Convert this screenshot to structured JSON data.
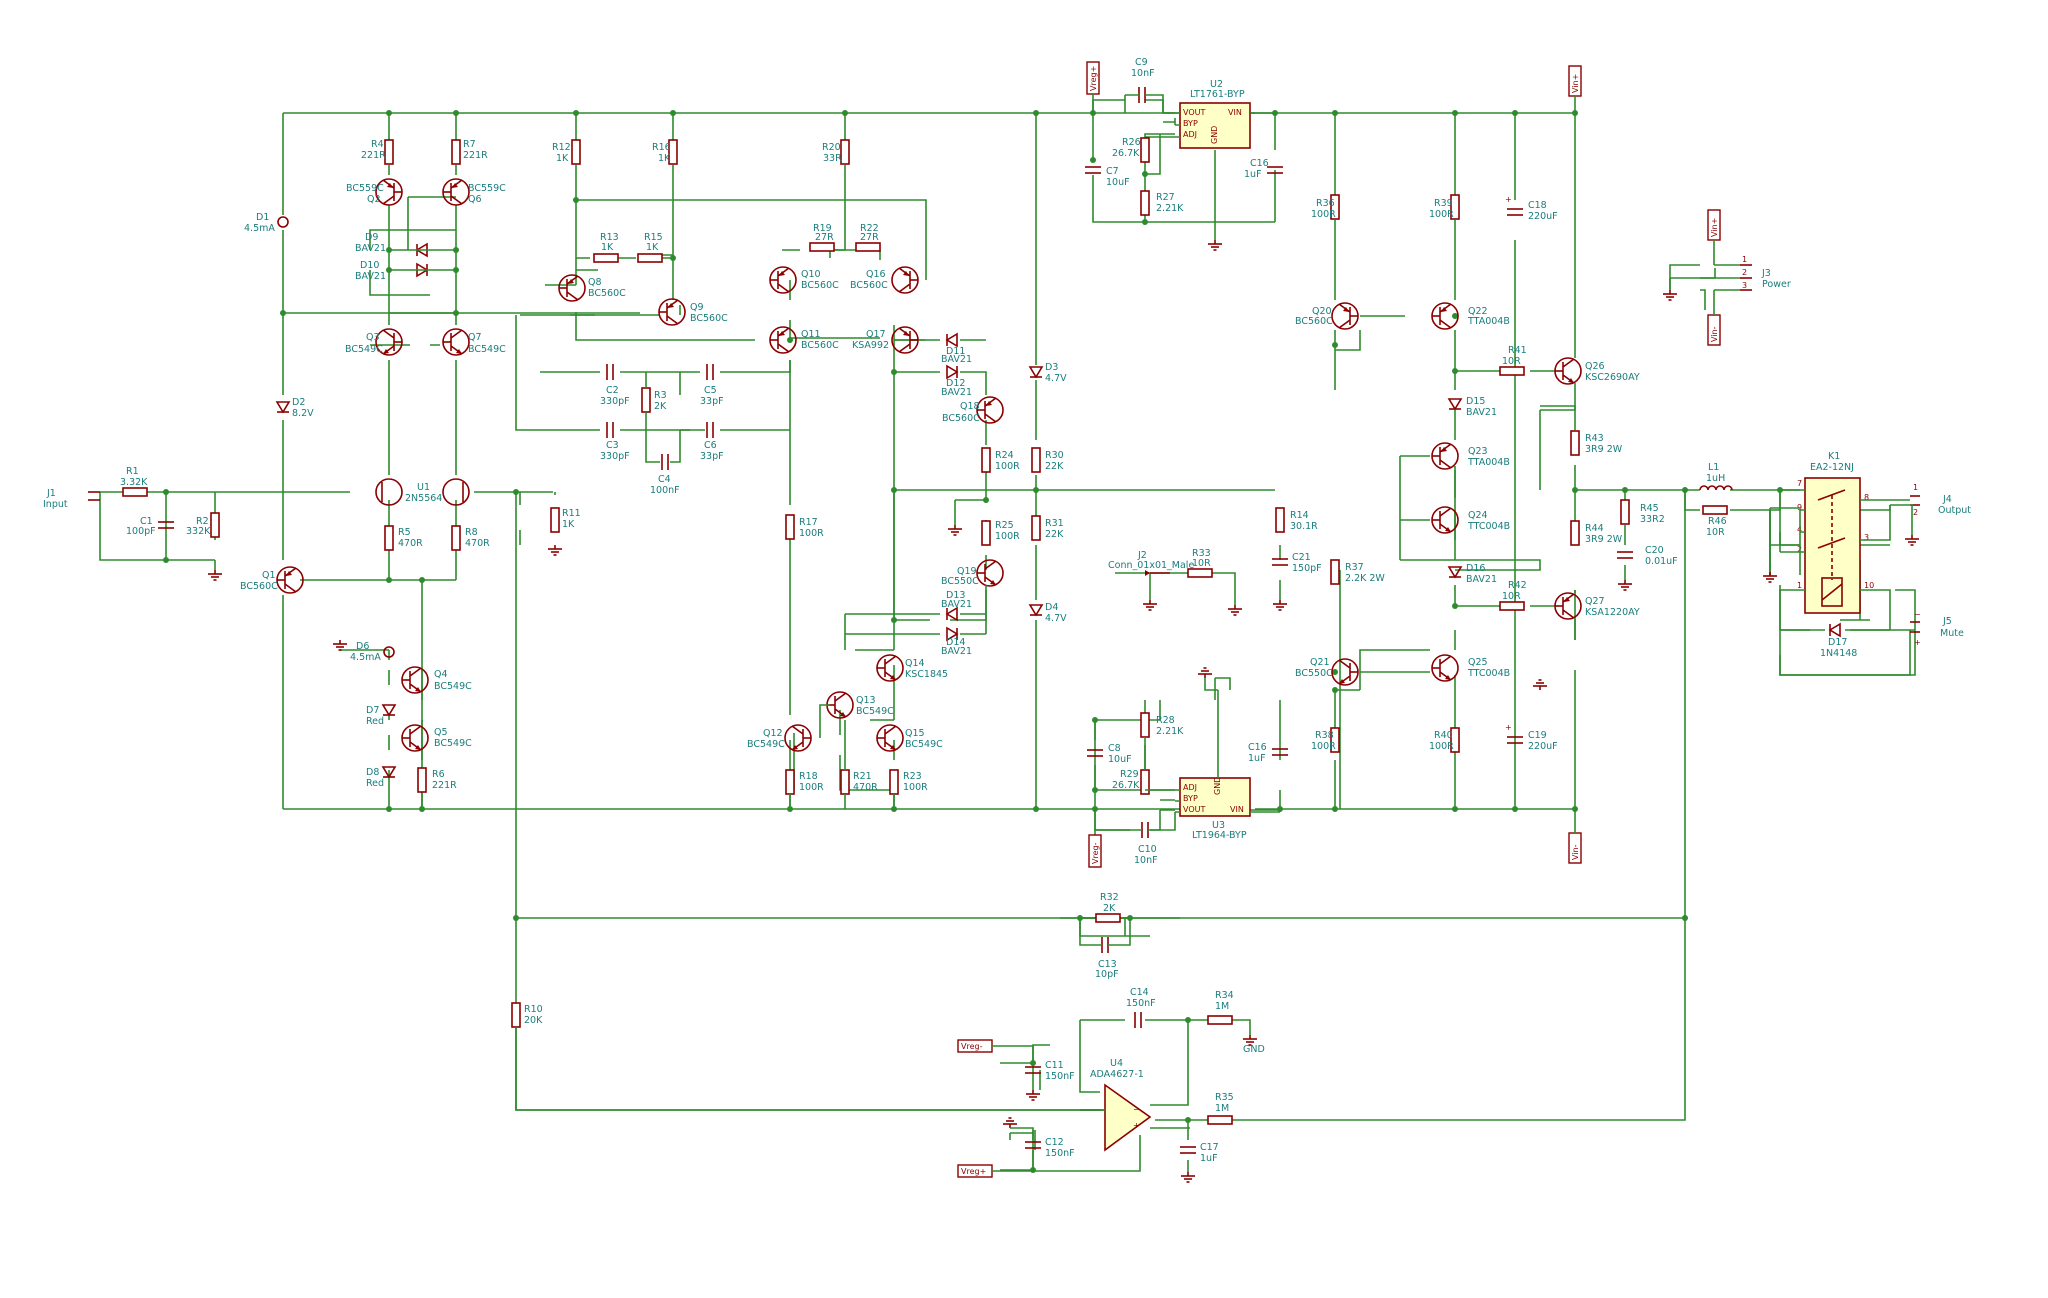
{
  "inputs": {
    "j1_ref": "J1",
    "j1_name": "Input",
    "r1": "R1",
    "r1_val": "3.32K",
    "c1": "C1",
    "c1_val": "100pF",
    "r2": "R2",
    "r2_val": "332K"
  },
  "diff": {
    "r4": "R4",
    "r4_val": "221R",
    "r7": "R7",
    "r7_val": "221R",
    "q2": "Q2",
    "q2_type": "BC559C",
    "q6": "Q6",
    "q6_type": "BC559C",
    "d9": "D9",
    "d9_type": "BAV21",
    "d10": "D10",
    "d10_type": "BAV21",
    "q3": "Q3",
    "q3_type": "BC549C",
    "q7": "Q7",
    "q7_type": "BC549C",
    "u1": "U1",
    "u1_type": "2N5564",
    "r5": "R5",
    "r5_val": "470R",
    "r8": "R8",
    "r8_val": "470R",
    "q1": "Q1",
    "q1_type": "BC560C",
    "d1": "D1",
    "d1_val": "4.5mA",
    "d2": "D2",
    "d2_val": "8.2V",
    "r11": "R11",
    "r11_val": "1K"
  },
  "bias": {
    "d6": "D6",
    "d6_val": "4.5mA",
    "q4": "Q4",
    "q4_type": "BC549C",
    "q5": "Q5",
    "q5_type": "BC549C",
    "d7": "D7",
    "d7_val": "Red",
    "d8": "D8",
    "d8_val": "Red",
    "r6": "R6",
    "r6_val": "221R"
  },
  "vas": {
    "r12": "R12",
    "r12_val": "1K",
    "r16": "R16",
    "r16_val": "1K",
    "r20": "R20",
    "r20_val": "33R",
    "r13": "R13",
    "r13_val": "1K",
    "r15": "R15",
    "r15_val": "1K",
    "q8": "Q8",
    "q8_type": "BC560C",
    "q9": "Q9",
    "q9_type": "BC560C",
    "r19": "R19",
    "r19_val": "27R",
    "r22": "R22",
    "r22_val": "27R",
    "q10": "Q10",
    "q10_type": "BC560C",
    "q16": "Q16",
    "q16_type": "BC560C",
    "q11": "Q11",
    "q11_type": "BC560C",
    "q17": "Q17",
    "q17_type": "KSA992",
    "c2": "C2",
    "c2_val": "330pF",
    "r3": "R3",
    "r3_val": "2K",
    "c5": "C5",
    "c5_val": "33pF",
    "c3": "C3",
    "c3_val": "330pF",
    "c6": "C6",
    "c6_val": "33pF",
    "c4": "C4",
    "c4_val": "100nF",
    "d11": "D11",
    "d11_type": "BAV21",
    "d12": "D12",
    "d12_type": "BAV21",
    "q18": "Q18",
    "q18_type": "BC560C",
    "d3": "D3",
    "d3_val": "4.7V",
    "r24": "R24",
    "r24_val": "100R",
    "r30": "R30",
    "r30_val": "22K",
    "r25": "R25",
    "r25_val": "100R",
    "r31": "R31",
    "r31_val": "22K",
    "q19": "Q19",
    "q19_type": "BC550C",
    "d13": "D13",
    "d13_type": "BAV21",
    "d14": "D14",
    "d14_type": "BAV21",
    "d4": "D4",
    "d4_val": "4.7V",
    "r17": "R17",
    "r17_val": "100R",
    "q14": "Q14",
    "q14_type": "KSC1845",
    "q13": "Q13",
    "q13_type": "BC549C",
    "q12": "Q12",
    "q12_type": "BC549C",
    "q15": "Q15",
    "q15_type": "BC549C",
    "r18": "R18",
    "r18_val": "100R",
    "r21": "R21",
    "r21_val": "470R",
    "r23": "R23",
    "r23_val": "100R"
  },
  "reg": {
    "vreg_plus": "Vreg+",
    "vreg_minus": "Vreg-",
    "c9": "C9",
    "c9_val": "10nF",
    "u2": "U2",
    "u2_type": "LT1761-BYP",
    "r26": "R26",
    "r26_val": "26.7K",
    "c7": "C7",
    "c7_val": "10uF",
    "r27": "R27",
    "r27_val": "2.21K",
    "c16a": "C16",
    "c16a_val": "1uF",
    "pin_vout": "VOUT",
    "pin_byp": "BYP",
    "pin_adj": "ADJ",
    "pin_gnd": "GND",
    "pin_vin": "VIN",
    "c8": "C8",
    "c8_val": "10uF",
    "r28": "R28",
    "r28_val": "2.21K",
    "r29": "R29",
    "r29_val": "26.7K",
    "c16b": "C16",
    "c16b_val": "1uF",
    "u3": "U3",
    "u3_type": "LT1964-BYP",
    "c10": "C10",
    "c10_val": "10nF"
  },
  "output": {
    "vin_plus": "Vin+",
    "vin_minus": "Vin-",
    "r36": "R36",
    "r36_val": "100R",
    "r39": "R39",
    "r39_val": "100R",
    "c18": "C18",
    "c18_val": "220uF",
    "q20": "Q20",
    "q20_type": "BC560C",
    "q22": "Q22",
    "q22_type": "TTA004B",
    "r41": "R41",
    "r41_val": "10R",
    "q26": "Q26",
    "q26_type": "KSC2690AY",
    "d15": "D15",
    "d15_type": "BAV21",
    "q23": "Q23",
    "q23_type": "TTA004B",
    "r43": "R43",
    "r43_val": "3R9 2W",
    "q24": "Q24",
    "q24_type": "TTC004B",
    "r44": "R44",
    "r44_val": "3R9 2W",
    "d16": "D16",
    "d16_type": "BAV21",
    "r42": "R42",
    "r42_val": "10R",
    "q27": "Q27",
    "q27_type": "KSA1220AY",
    "r14": "R14",
    "r14_val": "30.1R",
    "c21": "C21",
    "c21_val": "150pF",
    "r37": "R37",
    "r37_val": "2.2K 2W",
    "q21": "Q21",
    "q21_type": "BC550C",
    "q25": "Q25",
    "q25_type": "TTC004B",
    "r38": "R38",
    "r38_val": "100R",
    "r40": "R40",
    "r40_val": "100R",
    "c19": "C19",
    "c19_val": "220uF",
    "j2": "J2",
    "j2_name": "Conn_01x01_Male",
    "r33": "R33",
    "r33_val": "10R"
  },
  "filter": {
    "l1": "L1",
    "l1_val": "1uH",
    "r46": "R46",
    "r46_val": "10R",
    "r45": "R45",
    "r45_val": "33R2",
    "c20": "C20",
    "c20_val": "0.01uF",
    "k1": "K1",
    "k1_type": "EA2-12NJ",
    "j4": "J4",
    "j4_name": "Output",
    "j5": "J5",
    "j5_name": "Mute",
    "d17": "D17",
    "d17_type": "1N4148",
    "j3": "J3",
    "j3_name": "Power"
  },
  "servo": {
    "r32": "R32",
    "r32_val": "2K",
    "c13": "C13",
    "c13_val": "10pF",
    "r10": "R10",
    "r10_val": "20K",
    "c14": "C14",
    "c14_val": "150nF",
    "r34": "R34",
    "r34_val": "1M",
    "gnd": "GND",
    "c11": "C11",
    "c11_val": "150nF",
    "u4": "U4",
    "u4_type": "ADA4627-1",
    "c12": "C12",
    "c12_val": "150nF",
    "r35": "R35",
    "r35_val": "1M",
    "c17": "C17",
    "c17_val": "1uF"
  }
}
